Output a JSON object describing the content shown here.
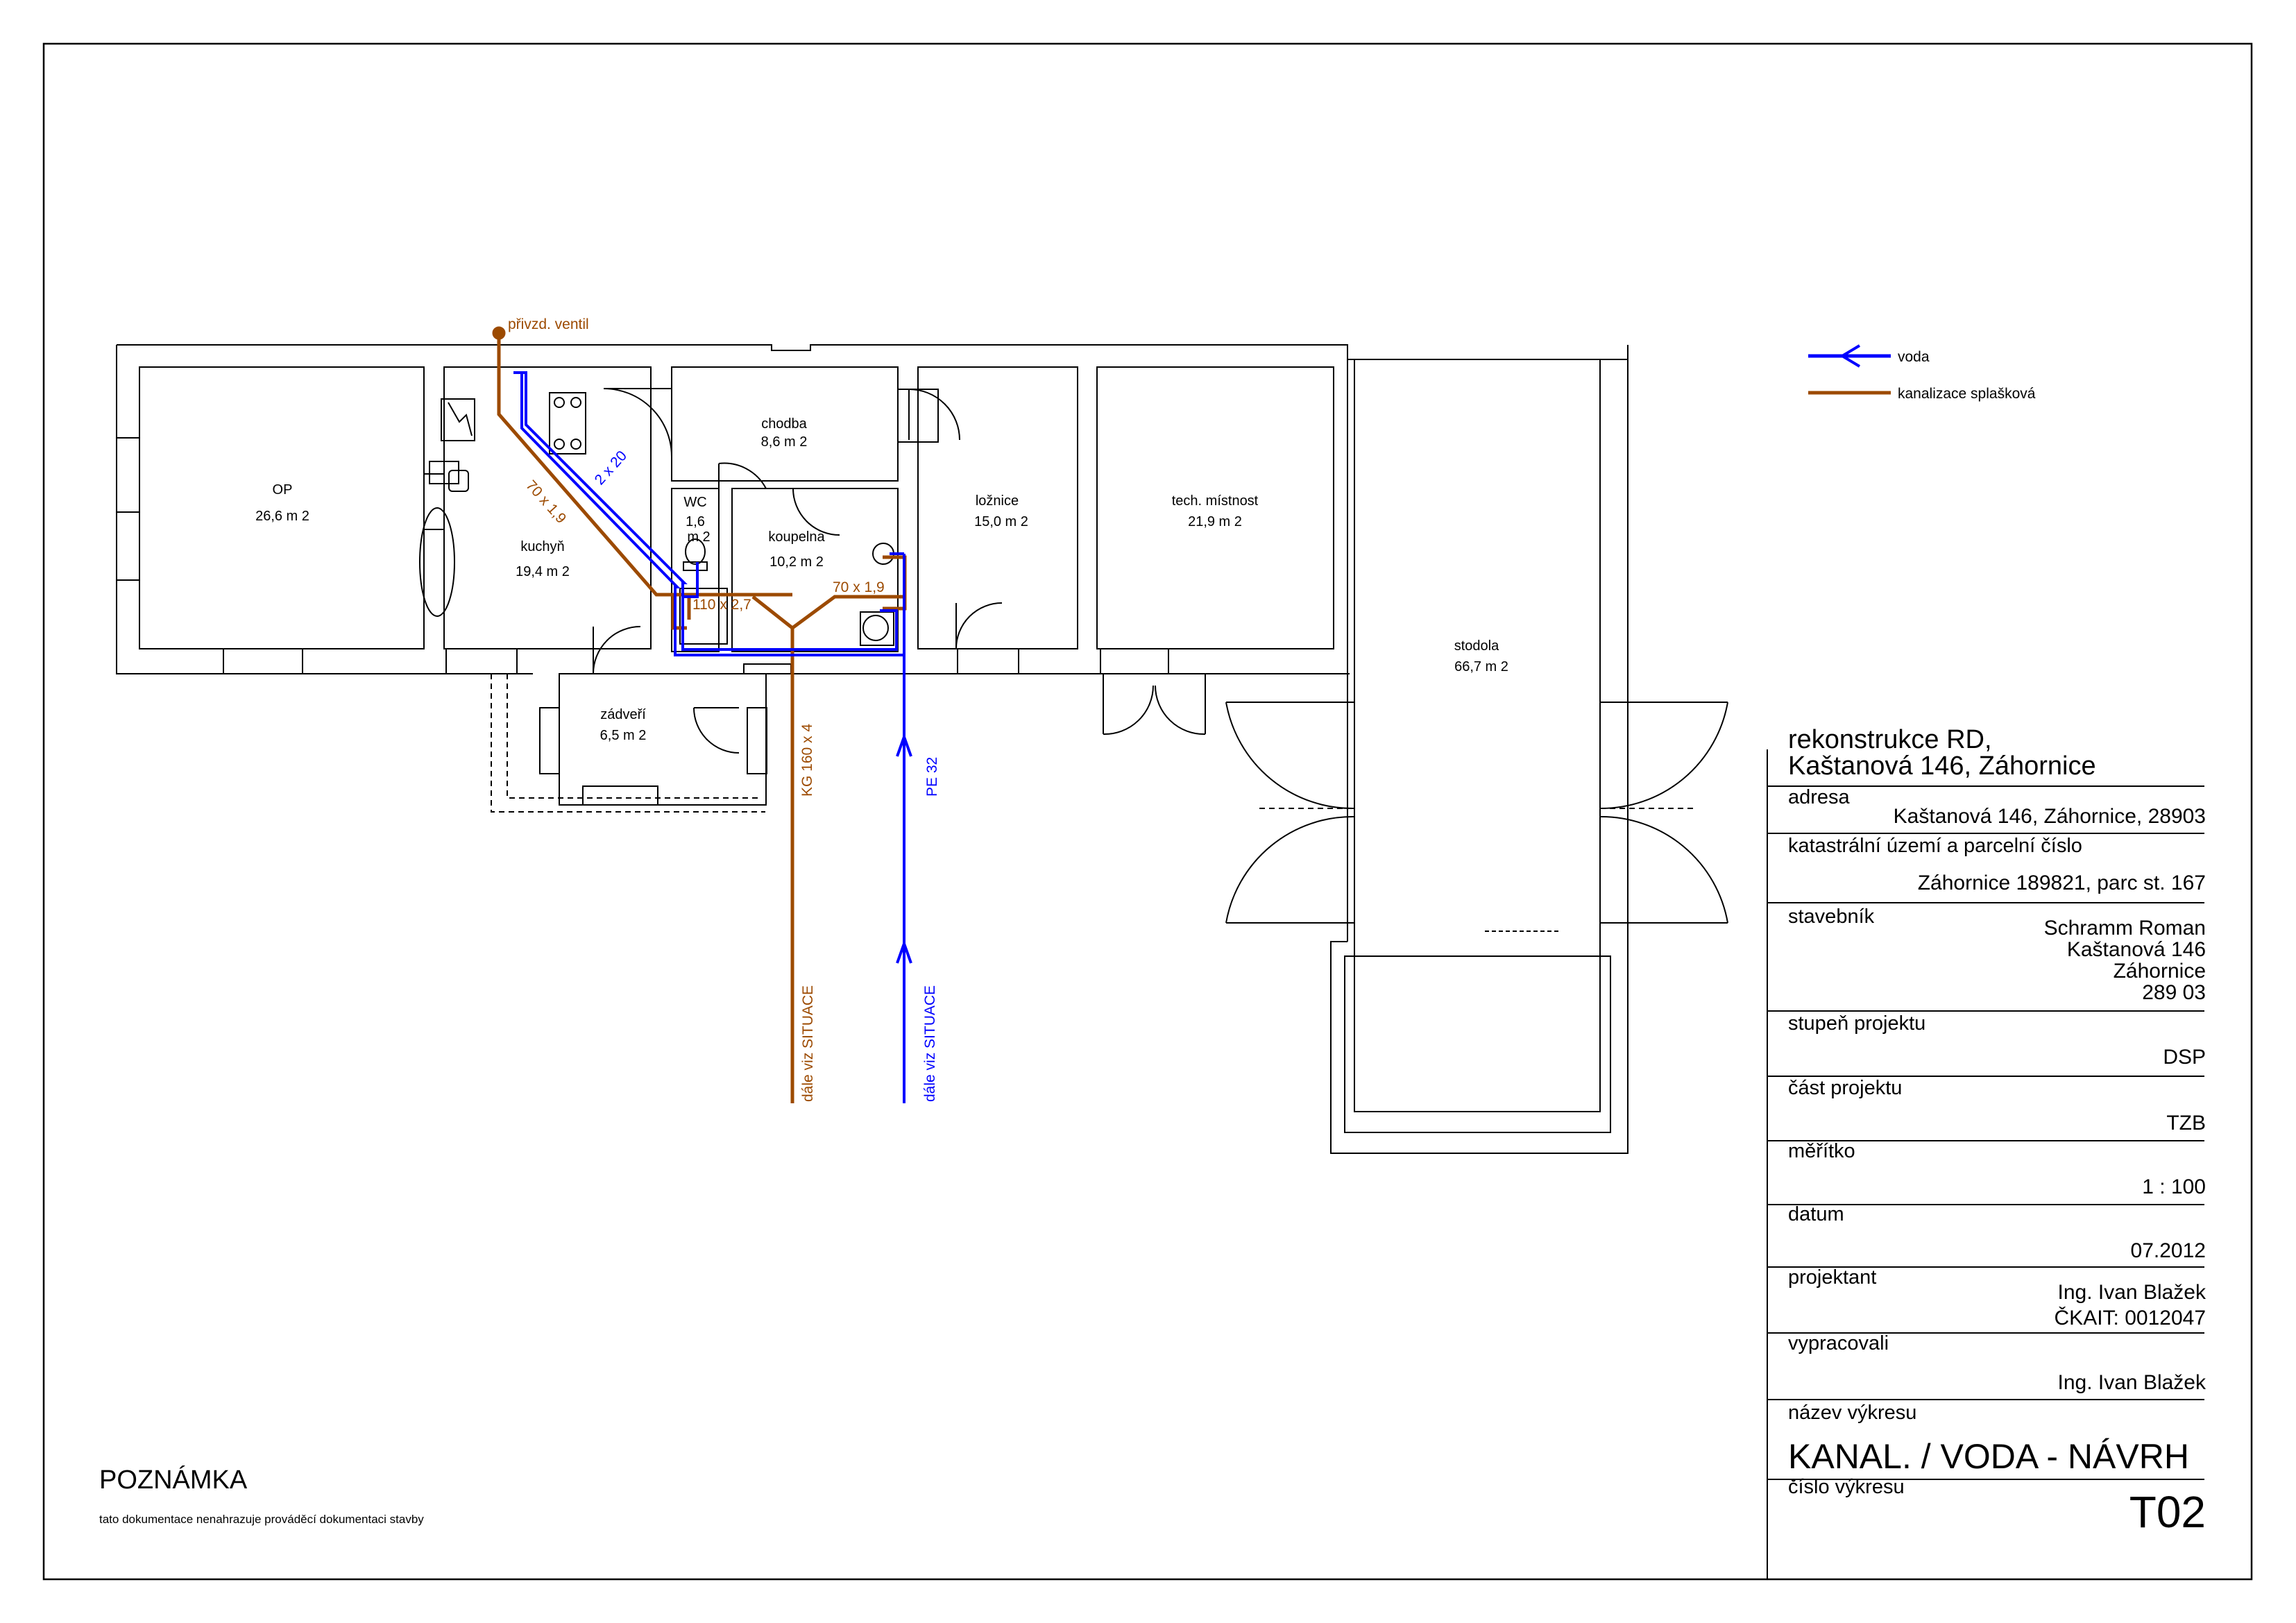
{
  "legend": {
    "water": "voda",
    "sewer": "kanalizace splašková"
  },
  "plan": {
    "rooms": {
      "op_name": "OP",
      "op_area": "26,6  m 2",
      "kitchen_name": "kuchyň",
      "kitchen_area": "19,4  m 2",
      "hall_name": "chodba",
      "hall_area": "8,6 m 2",
      "wc_name": "WC",
      "wc_area1": "1,6",
      "wc_area2": "m 2",
      "bath_name": "koupelna",
      "bath_area": "10,2  m 2",
      "bed_name": "ložnice",
      "bed_area": "15,0   m 2",
      "tech_name": "tech. místnost",
      "tech_area": "21,9   m 2",
      "barn_name": "stodola",
      "barn_area": "66,7  m 2",
      "porch_name": "zádveří",
      "porch_area": "6,5  m 2"
    },
    "pipes": {
      "vent": "přivzd. ventil",
      "diag_sewer": "70 x 1,9",
      "diag_water": "2 x 20",
      "sewer_110": "110 x 2,7",
      "sewer_70": "70 x 1,9",
      "kg": "KG 160 x 4",
      "pe": "PE 32",
      "cont_sewer": "dále viz SITUACE",
      "cont_water": "dále viz SITUACE"
    }
  },
  "colors": {
    "water": "#0000ff",
    "sewer": "#9c4a00",
    "wall": "#000000"
  },
  "title_block": {
    "project": [
      "rekonstrukce RD,",
      "Kaštanová 146, Záhornice"
    ],
    "address_label": "adresa",
    "address": "Kaštanová 146, Záhornice, 28903",
    "cadastre_label": "katastrální území a parcelní číslo",
    "cadastre": "Záhornice 189821, parc st. 167",
    "builder_label": "stavebník",
    "builder": [
      "Schramm Roman",
      "Kaštanová 146",
      "Záhornice",
      "289 03"
    ],
    "stage_label": "stupeň projektu",
    "stage": "DSP",
    "part_label": "část projektu",
    "part": "TZB",
    "scale_label": "měřítko",
    "scale": "1 : 100",
    "date_label": "datum",
    "date": "07.2012",
    "designer_label": "projektant",
    "designer": [
      "Ing. Ivan Blažek",
      "ČKAIT: 0012047"
    ],
    "prepared_label": "vypracovali",
    "prepared": "Ing. Ivan Blažek",
    "drawing_name_label": "název výkresu",
    "drawing_name": "KANAL. / VODA - NÁVRH",
    "drawing_number_label": "číslo výkresu",
    "drawing_number": "T02"
  },
  "note": {
    "heading": "POZNÁMKA",
    "text": "tato dokumentace nenahrazuje prováděcí dokumentaci stavby"
  }
}
